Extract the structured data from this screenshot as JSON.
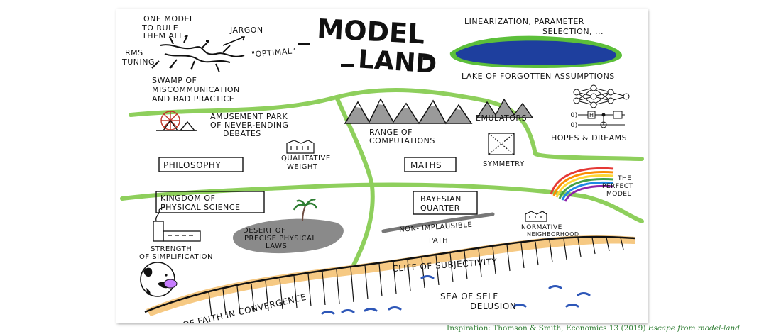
{
  "title": {
    "line1": "MODEL",
    "line2": "LAND"
  },
  "regions": {
    "one_model": [
      "ONE MODEL",
      "TO RULE",
      "THEM ALL"
    ],
    "jargon": "JARGON",
    "optimal": "\"OPTIMAL\"",
    "rms_tuning": [
      "RMS",
      "TUNING"
    ],
    "swamp": [
      "SWAMP OF",
      "MISCOMMUNICATION",
      "AND BAD PRACTICE"
    ],
    "lake_caption": [
      "LINEARIZATION, PARAMETER",
      "SELECTION, ..."
    ],
    "lake_name": "LAKE OF FORGOTTEN ASSUMPTIONS",
    "amusement_park": [
      "AMUSEMENT PARK",
      "OF NEVER-ENDING",
      "DEBATES"
    ],
    "range": [
      "RANGE OF",
      "COMPUTATIONS"
    ],
    "emulators": "EMULATORS",
    "hopes": "HOPES & DREAMS",
    "philosophy": "PHILOSOPHY",
    "qualitative": [
      "QUALITATIVE",
      "WEIGHT"
    ],
    "maths": "MATHS",
    "symmetry": "SYMMETRY",
    "perfect_model": [
      "THE",
      "PERFECT",
      "MODEL"
    ],
    "kingdom": [
      "KINGDOM OF",
      "PHYSICAL SCIENCE"
    ],
    "desert": [
      "DESERT OF",
      "PRECISE PHYSICAL",
      "LAWS"
    ],
    "bayesian": [
      "BAYESIAN",
      "QUARTER"
    ],
    "path": [
      "NON- IMPLAUSIBLE",
      "PATH"
    ],
    "normative": [
      "NORMATIVE",
      "NEIGHBORHOOD"
    ],
    "strength": [
      "STRENGTH",
      "OF SIMPLIFICATION"
    ],
    "cliff_subjectivity": "CLIFF OF SUBJECTIVITY",
    "cliff_faith": "CLIFF OF FAITH IN CONVERGENCE",
    "sea": [
      "SEA OF SELF",
      "DELUSION"
    ],
    "circuit_q1": "|0⟩",
    "circuit_q2": "|0⟩",
    "circuit_gate": "H"
  },
  "credit": {
    "text": "Inspiration: Thomson & Smith, Economics 13 (2019)",
    "title": "Escape from model-land"
  },
  "colors": {
    "road": "#8ecf5c",
    "lake": "#1e3f9e",
    "lake_shore": "#5cbf3a",
    "sand": "#f6c983",
    "sea": "#2e57b8",
    "desert": "#8a8a8a",
    "mountain": "#9a9a9a",
    "credit": "#2e7d32"
  }
}
